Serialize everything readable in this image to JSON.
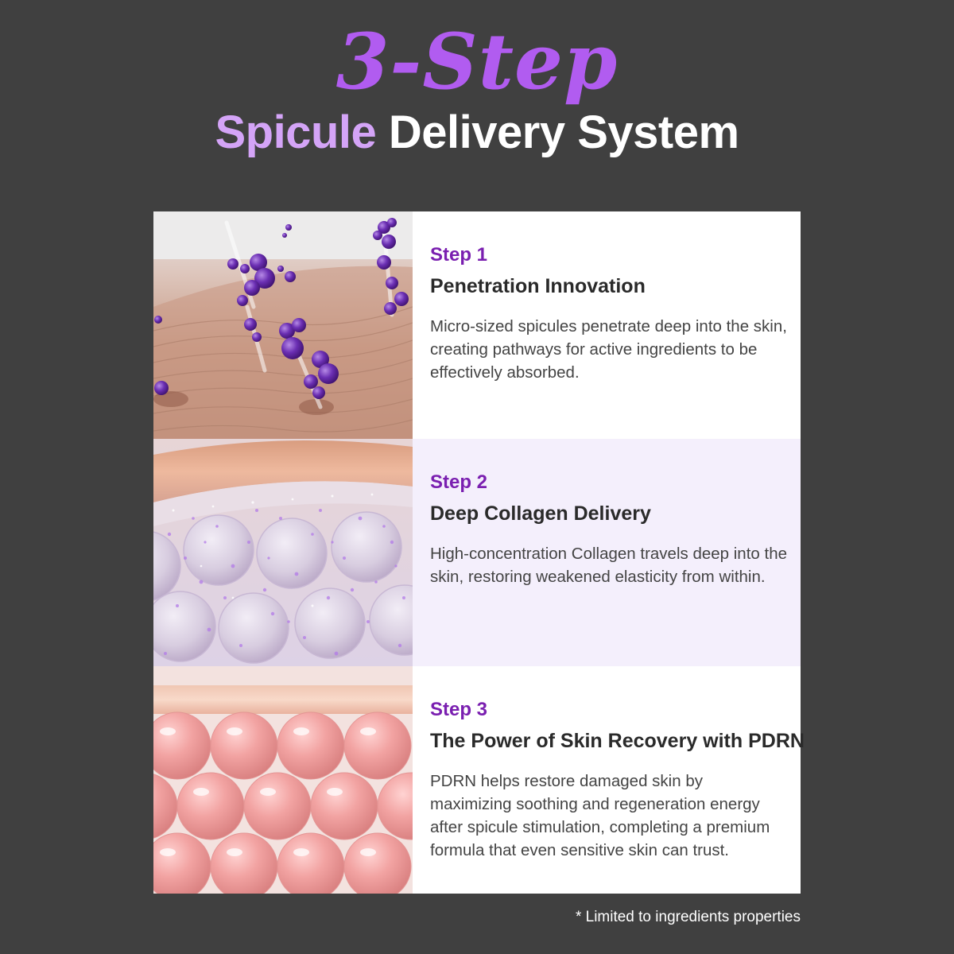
{
  "header": {
    "title": "3-Step",
    "subtitle_accent": "Spicule",
    "subtitle_rest": "Delivery System"
  },
  "steps": [
    {
      "number": "Step 1",
      "heading": "Penetration Innovation",
      "body": "Micro-sized spicules penetrate deep into the skin, creating pathways for active ingredients to be effectively absorbed."
    },
    {
      "number": "Step 2",
      "heading": "Deep Collagen Delivery",
      "body": "High-concentration Collagen travels deep into the skin, restoring weakened elasticity from within."
    },
    {
      "number": "Step 3",
      "heading": "The Power of Skin Recovery with PDRN",
      "body": "PDRN helps restore damaged skin by maximizing soothing and regeneration energy after spicule stimulation, completing a premium formula that even sensitive skin can trust."
    }
  ],
  "footnote": "* Limited to ingredients properties",
  "colors": {
    "background": "#404040",
    "title_purple": "#b15cf0",
    "accent_lavender": "#d4a4f7",
    "step_number_purple": "#7a1fb0",
    "step2_tint": "#f4effc"
  }
}
